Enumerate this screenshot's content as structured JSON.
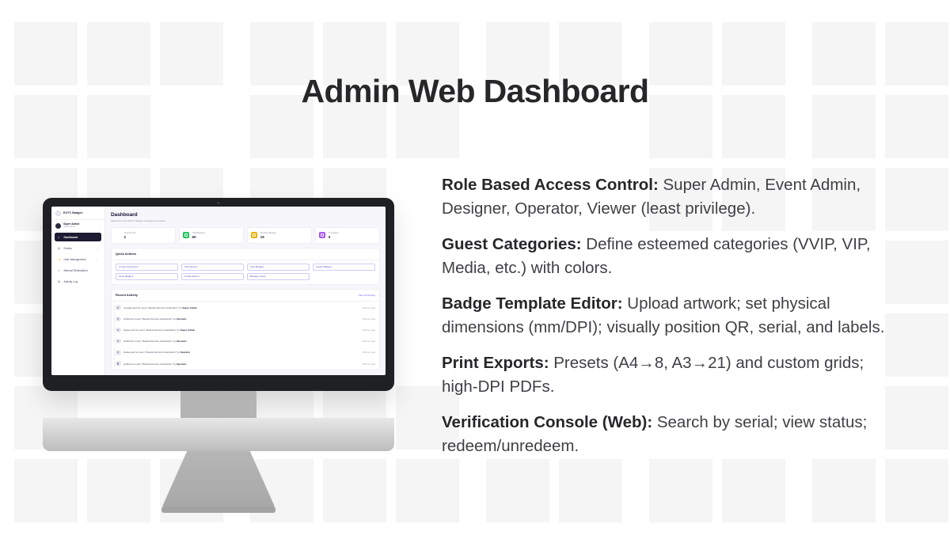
{
  "page": {
    "title": "Admin Web Dashboard"
  },
  "features": [
    {
      "term": "Role Based Access Control:",
      "desc": " Super Admin, Event Admin, Designer, Operator, Viewer (least privilege)."
    },
    {
      "term": "Guest Categories:",
      "desc": " Define esteemed categories (VVIP, VIP, Media, etc.) with colors."
    },
    {
      "term": "Badge Template Editor:",
      "desc": " Upload artwork; set physical dimensions (mm/DPI); visually position QR, serial, and labels."
    },
    {
      "term": "Print Exports:",
      "desc": " Presets (A4→8, A3→21) and custom grids; high-DPI PDFs."
    },
    {
      "term": "Verification Console (Web):",
      "desc": " Search by serial; view status; redeem/unredeem."
    }
  ],
  "app": {
    "brand": {
      "name": "EOTC Badges",
      "logo_icon": "circular-emblem-icon"
    },
    "profile": {
      "name": "Super Admin",
      "role": "Super Admin",
      "avatar_icon": "user-avatar-icon",
      "chevron_icon": "chevron-down-icon"
    },
    "nav": [
      {
        "label": "Dashboard",
        "icon": "home-icon",
        "active": true,
        "chevron": ""
      },
      {
        "label": "Events",
        "icon": "calendar-icon",
        "active": false,
        "chevron": "⌄"
      },
      {
        "label": "User Management",
        "icon": "users-icon",
        "active": false,
        "chevron": "⌄"
      },
      {
        "label": "Manual Redemption",
        "icon": "ticket-icon",
        "active": false,
        "chevron": ""
      },
      {
        "label": "Activity Log",
        "icon": "document-icon",
        "active": false,
        "chevron": ""
      }
    ],
    "header": {
      "title": "Dashboard",
      "subtitle": "Welcome to the EOTC Badges management system"
    },
    "stats": [
      {
        "label": "Total Events",
        "value": "2",
        "icon": "calendar-icon",
        "color": ""
      },
      {
        "label": "Total Badges",
        "value": "60",
        "icon": "badge-icon",
        "color": "#22c55e"
      },
      {
        "label": "Pending Badges",
        "value": "19",
        "icon": "clock-icon",
        "color": "#eab308"
      },
      {
        "label": "Templates",
        "value": "5",
        "icon": "layout-icon",
        "color": "#a855f7"
      }
    ],
    "quick_actions": {
      "title": "Quick Actions",
      "buttons": [
        "Create New Event",
        "View Events",
        "View Badges",
        "Create Badges",
        "Issue Badges",
        "Create Export",
        "Manage Users"
      ]
    },
    "recent_activity": {
      "title": "Recent Activity",
      "link": "View All Activity",
      "rows": [
        {
          "action": "Unredeemed for event \"Meskel Demera Celebration\" by ",
          "actor": "Super Admin",
          "time": "18 hours ago"
        },
        {
          "action": "Verified for event \"Meskel Demera Celebration\" by ",
          "actor": "Operator",
          "time": "18 hours ago"
        },
        {
          "action": "Redeemed for event \"Meskel Demera Celebration\" by ",
          "actor": "Super Admin",
          "time": "18 hours ago"
        },
        {
          "action": "Verified for event \"Meskel Demera Celebration\" by ",
          "actor": "Operator",
          "time": "18 hours ago"
        },
        {
          "action": "Redeemed for event \"Meskel Demera Celebration\" by ",
          "actor": "Operator",
          "time": "18 hours ago"
        },
        {
          "action": "Verified for event \"Meskel Demera Celebration\" by ",
          "actor": "Operator",
          "time": "18 hours ago"
        }
      ]
    }
  }
}
